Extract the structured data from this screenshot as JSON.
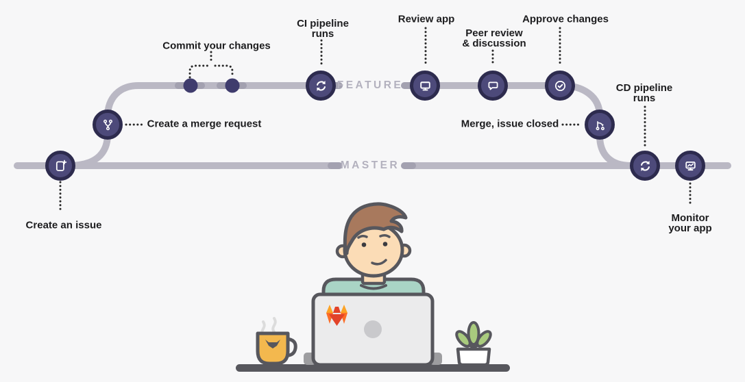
{
  "branches": {
    "feature": "FEATURE",
    "master": "MASTER"
  },
  "steps": [
    {
      "id": "create-issue",
      "icon": "issue-icon",
      "lines": [
        "Create an issue"
      ]
    },
    {
      "id": "create-merge-request",
      "icon": "branch-icon",
      "lines": [
        "Create a merge request"
      ]
    },
    {
      "id": "commit-changes",
      "icon": "commit-dots",
      "lines": [
        "Commit your changes"
      ]
    },
    {
      "id": "ci-pipeline",
      "icon": "sync-icon",
      "lines": [
        "CI pipeline",
        "runs"
      ]
    },
    {
      "id": "review-app",
      "icon": "monitor-icon",
      "lines": [
        "Review app"
      ]
    },
    {
      "id": "peer-review",
      "icon": "comment-icon",
      "lines": [
        "Peer review",
        "& discussion"
      ]
    },
    {
      "id": "approve-changes",
      "icon": "check-circle-icon",
      "lines": [
        "Approve changes"
      ]
    },
    {
      "id": "merge-issue-closed",
      "icon": "merge-icon",
      "lines": [
        "Merge, issue closed"
      ]
    },
    {
      "id": "cd-pipeline",
      "icon": "sync-icon",
      "lines": [
        "CD pipeline",
        "runs"
      ]
    },
    {
      "id": "monitor-app",
      "icon": "monitor-chart-icon",
      "lines": [
        "Monitor",
        "your app"
      ]
    }
  ],
  "illustration": {
    "elements": [
      "developer",
      "laptop",
      "gitlab-logo",
      "coffee-mug",
      "steam",
      "plant",
      "desk"
    ]
  },
  "colors": {
    "background": "#f7f7f8",
    "rail": "#bab8c4",
    "rail_dark": "#a3a1b0",
    "node_ring": "#2d2b4e",
    "node_fill": "#4d4a7a",
    "commit_dot": "#3f3c6d",
    "text": "#1c1c1e",
    "branch_text": "#b3b1be",
    "connector": "#2b2b2b",
    "outline": "#57575d",
    "skin": "#fbdcb6",
    "hair": "#a8795d",
    "shirt": "#a9d4c5",
    "laptop": "#ebebec",
    "laptop_dot": "#c9c9cc",
    "mug": "#f3b84e",
    "leaf": "#a9cb7e",
    "steam": "#dcdcdc",
    "foot": "#9d9da0",
    "gitlab_red": "#e24329",
    "gitlab_orange": "#fc6d26",
    "gitlab_amber": "#fca326"
  }
}
